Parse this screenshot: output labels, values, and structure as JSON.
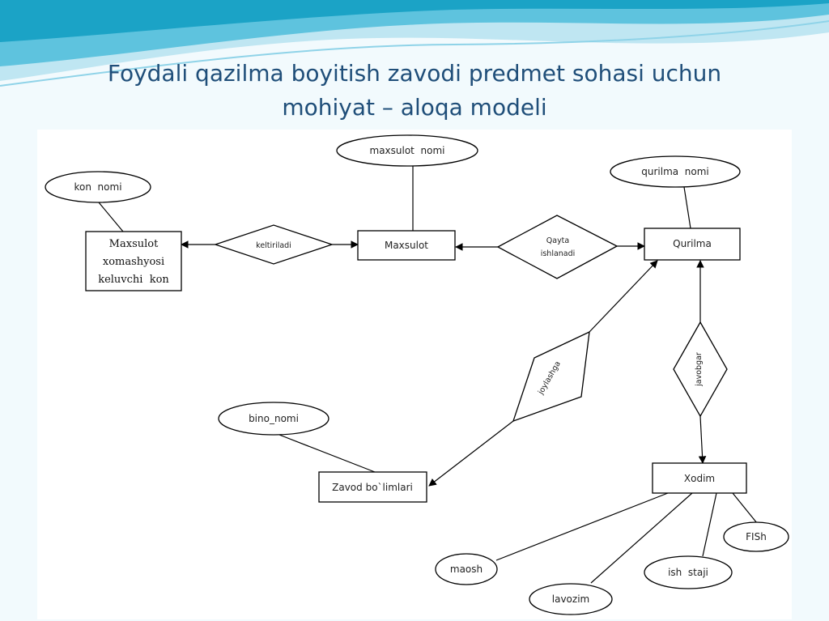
{
  "slide": {
    "title_line1": "Foydali qazilma boyitish zavodi predmet sohasi uchun",
    "title_line2": "mohiyat – aloqa modeli"
  },
  "entities": {
    "kon": [
      "Maxsulot",
      "xomashyosi",
      "keluvchi  kon"
    ],
    "maxsulot": "Maxsulot",
    "qurilma": "Qurilma",
    "zavod": "Zavod bo`limlari",
    "xodim": "Xodim"
  },
  "relationships": {
    "keltiriladi": "keltiriladi",
    "qayta": [
      "Qayta",
      "ishlanadi"
    ],
    "joylashga": "joylashga",
    "javobgar": "javobgar"
  },
  "attributes": {
    "kon_nomi": "kon  nomi",
    "maxsulot_nomi": "maxsulot  nomi",
    "qurilma_nomi": "qurilma  nomi",
    "bino_nomi": "bino_nomi",
    "fish": "FISh",
    "ish_staji": "ish  staji",
    "maosh": "maosh",
    "lavozim": "lavozim"
  },
  "colors": {
    "title": "#1F4E79",
    "wave_dark": "#1BA3C6",
    "wave_light": "#BFE6F2"
  }
}
